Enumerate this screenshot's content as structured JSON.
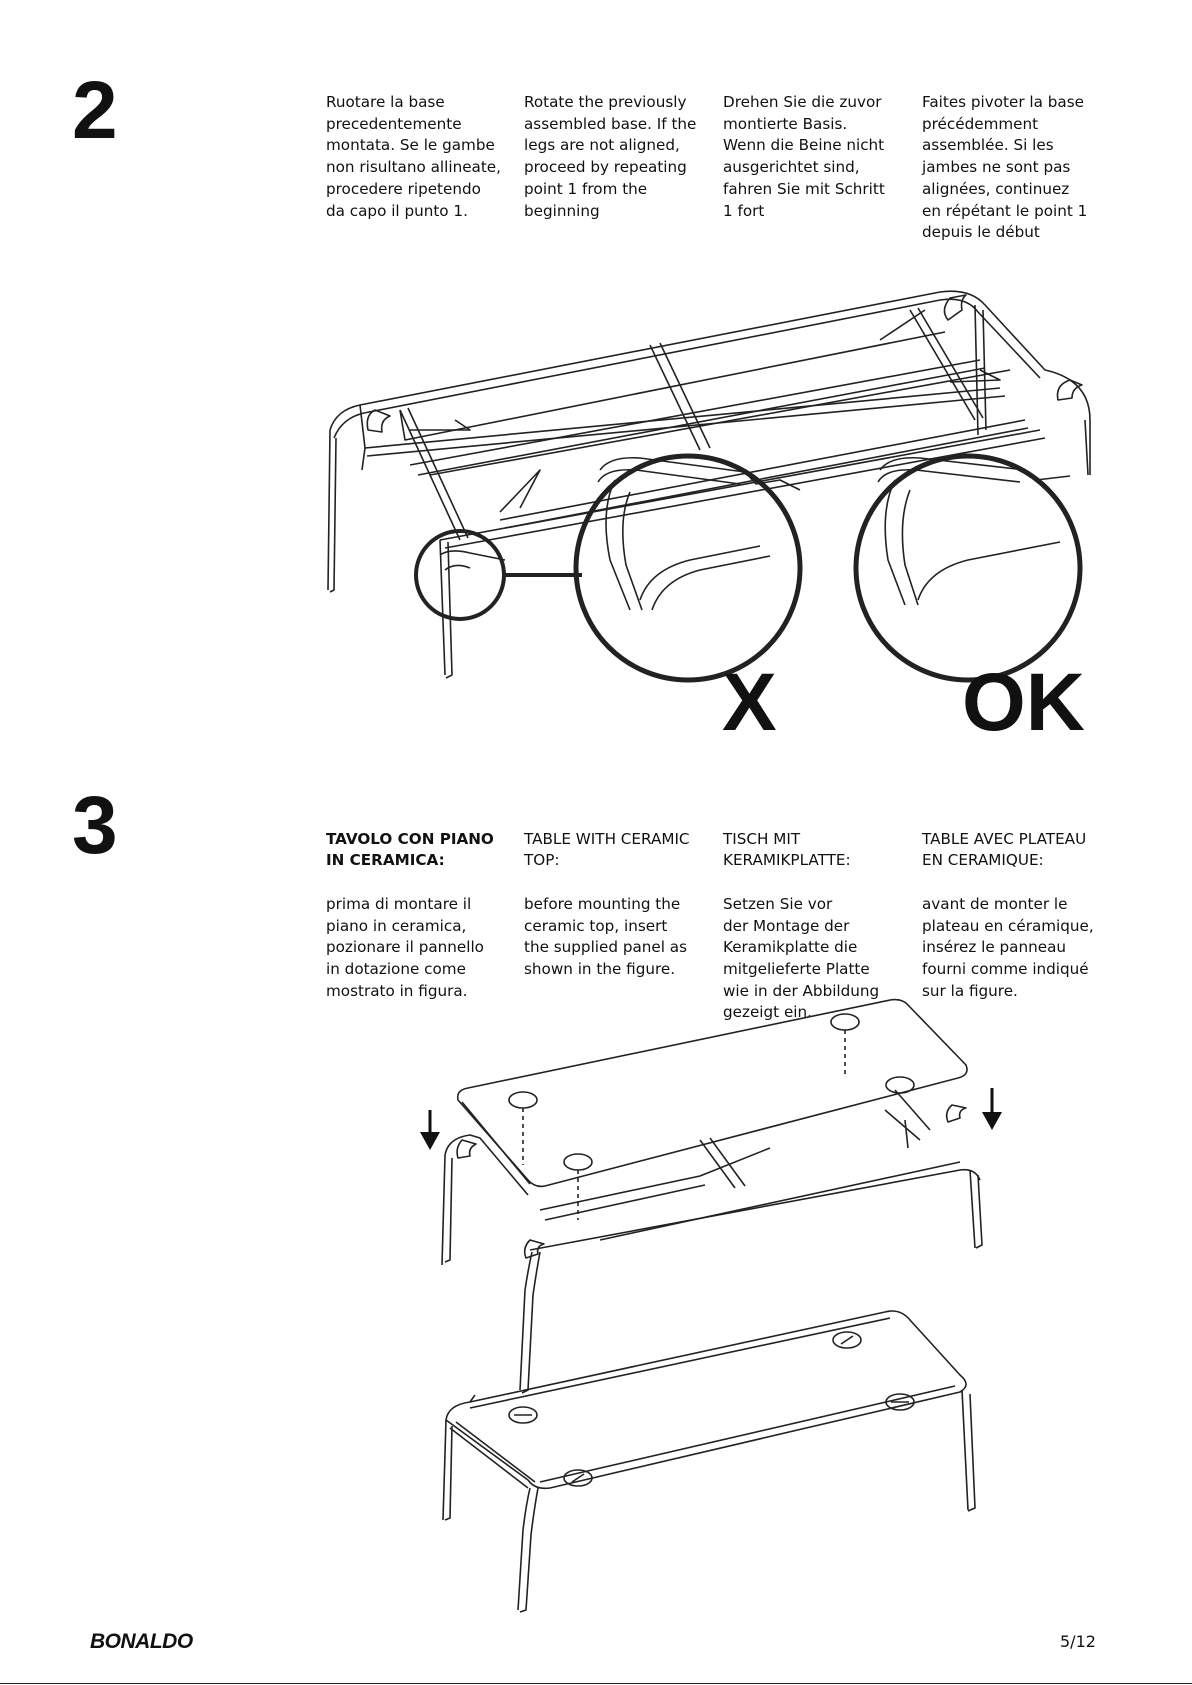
{
  "step2": {
    "number": "2",
    "texts": [
      "Ruotare la base\nprecedentemente\nmontata. Se le gambe\nnon risultano allineate,\nprocedere ripetendo\nda capo il punto 1.",
      "Rotate the previously\nassembled base. If the\nlegs are not aligned,\nproceed by repeating\npoint 1 from the\nbeginning",
      "Drehen Sie die zuvor\nmontierte Basis.\nWenn die Beine nicht\nausgerichtet sind,\nfahren Sie mit Schritt\n1 fort",
      "Faites pivoter la base\nprécédemment\nassemblée. Si les\njambes ne sont pas\nalignées, continuez\nen répétant le point 1\ndepuis le début"
    ],
    "wrong_label": "X",
    "right_label": "OK"
  },
  "step3": {
    "number": "3",
    "columns": [
      {
        "heading": "TAVOLO CON PIANO\nIN CERAMICA:",
        "body": "prima di montare il\npiano in ceramica,\npozionare il pannello\nin dotazione come\nmostrato in figura."
      },
      {
        "heading": "TABLE WITH CERAMIC\nTOP:",
        "body": "before mounting the\nceramic top, insert\nthe supplied panel as\nshown in the figure."
      },
      {
        "heading": "TISCH MIT\nKERAMIKPLATTE:",
        "body": "Setzen Sie vor\nder Montage der\nKeramikplatte die\nmitgelieferte Platte\nwie in der Abbildung\ngezeigt ein."
      },
      {
        "heading": "TABLE AVEC PLATEAU\nEN CERAMIQUE:",
        "body": "avant de monter le\nplateau en céramique,\ninsérez le panneau\nfourni comme indiqué\nsur la figure."
      }
    ]
  },
  "footer": {
    "brand": "BONALDO",
    "page": "5/12"
  }
}
